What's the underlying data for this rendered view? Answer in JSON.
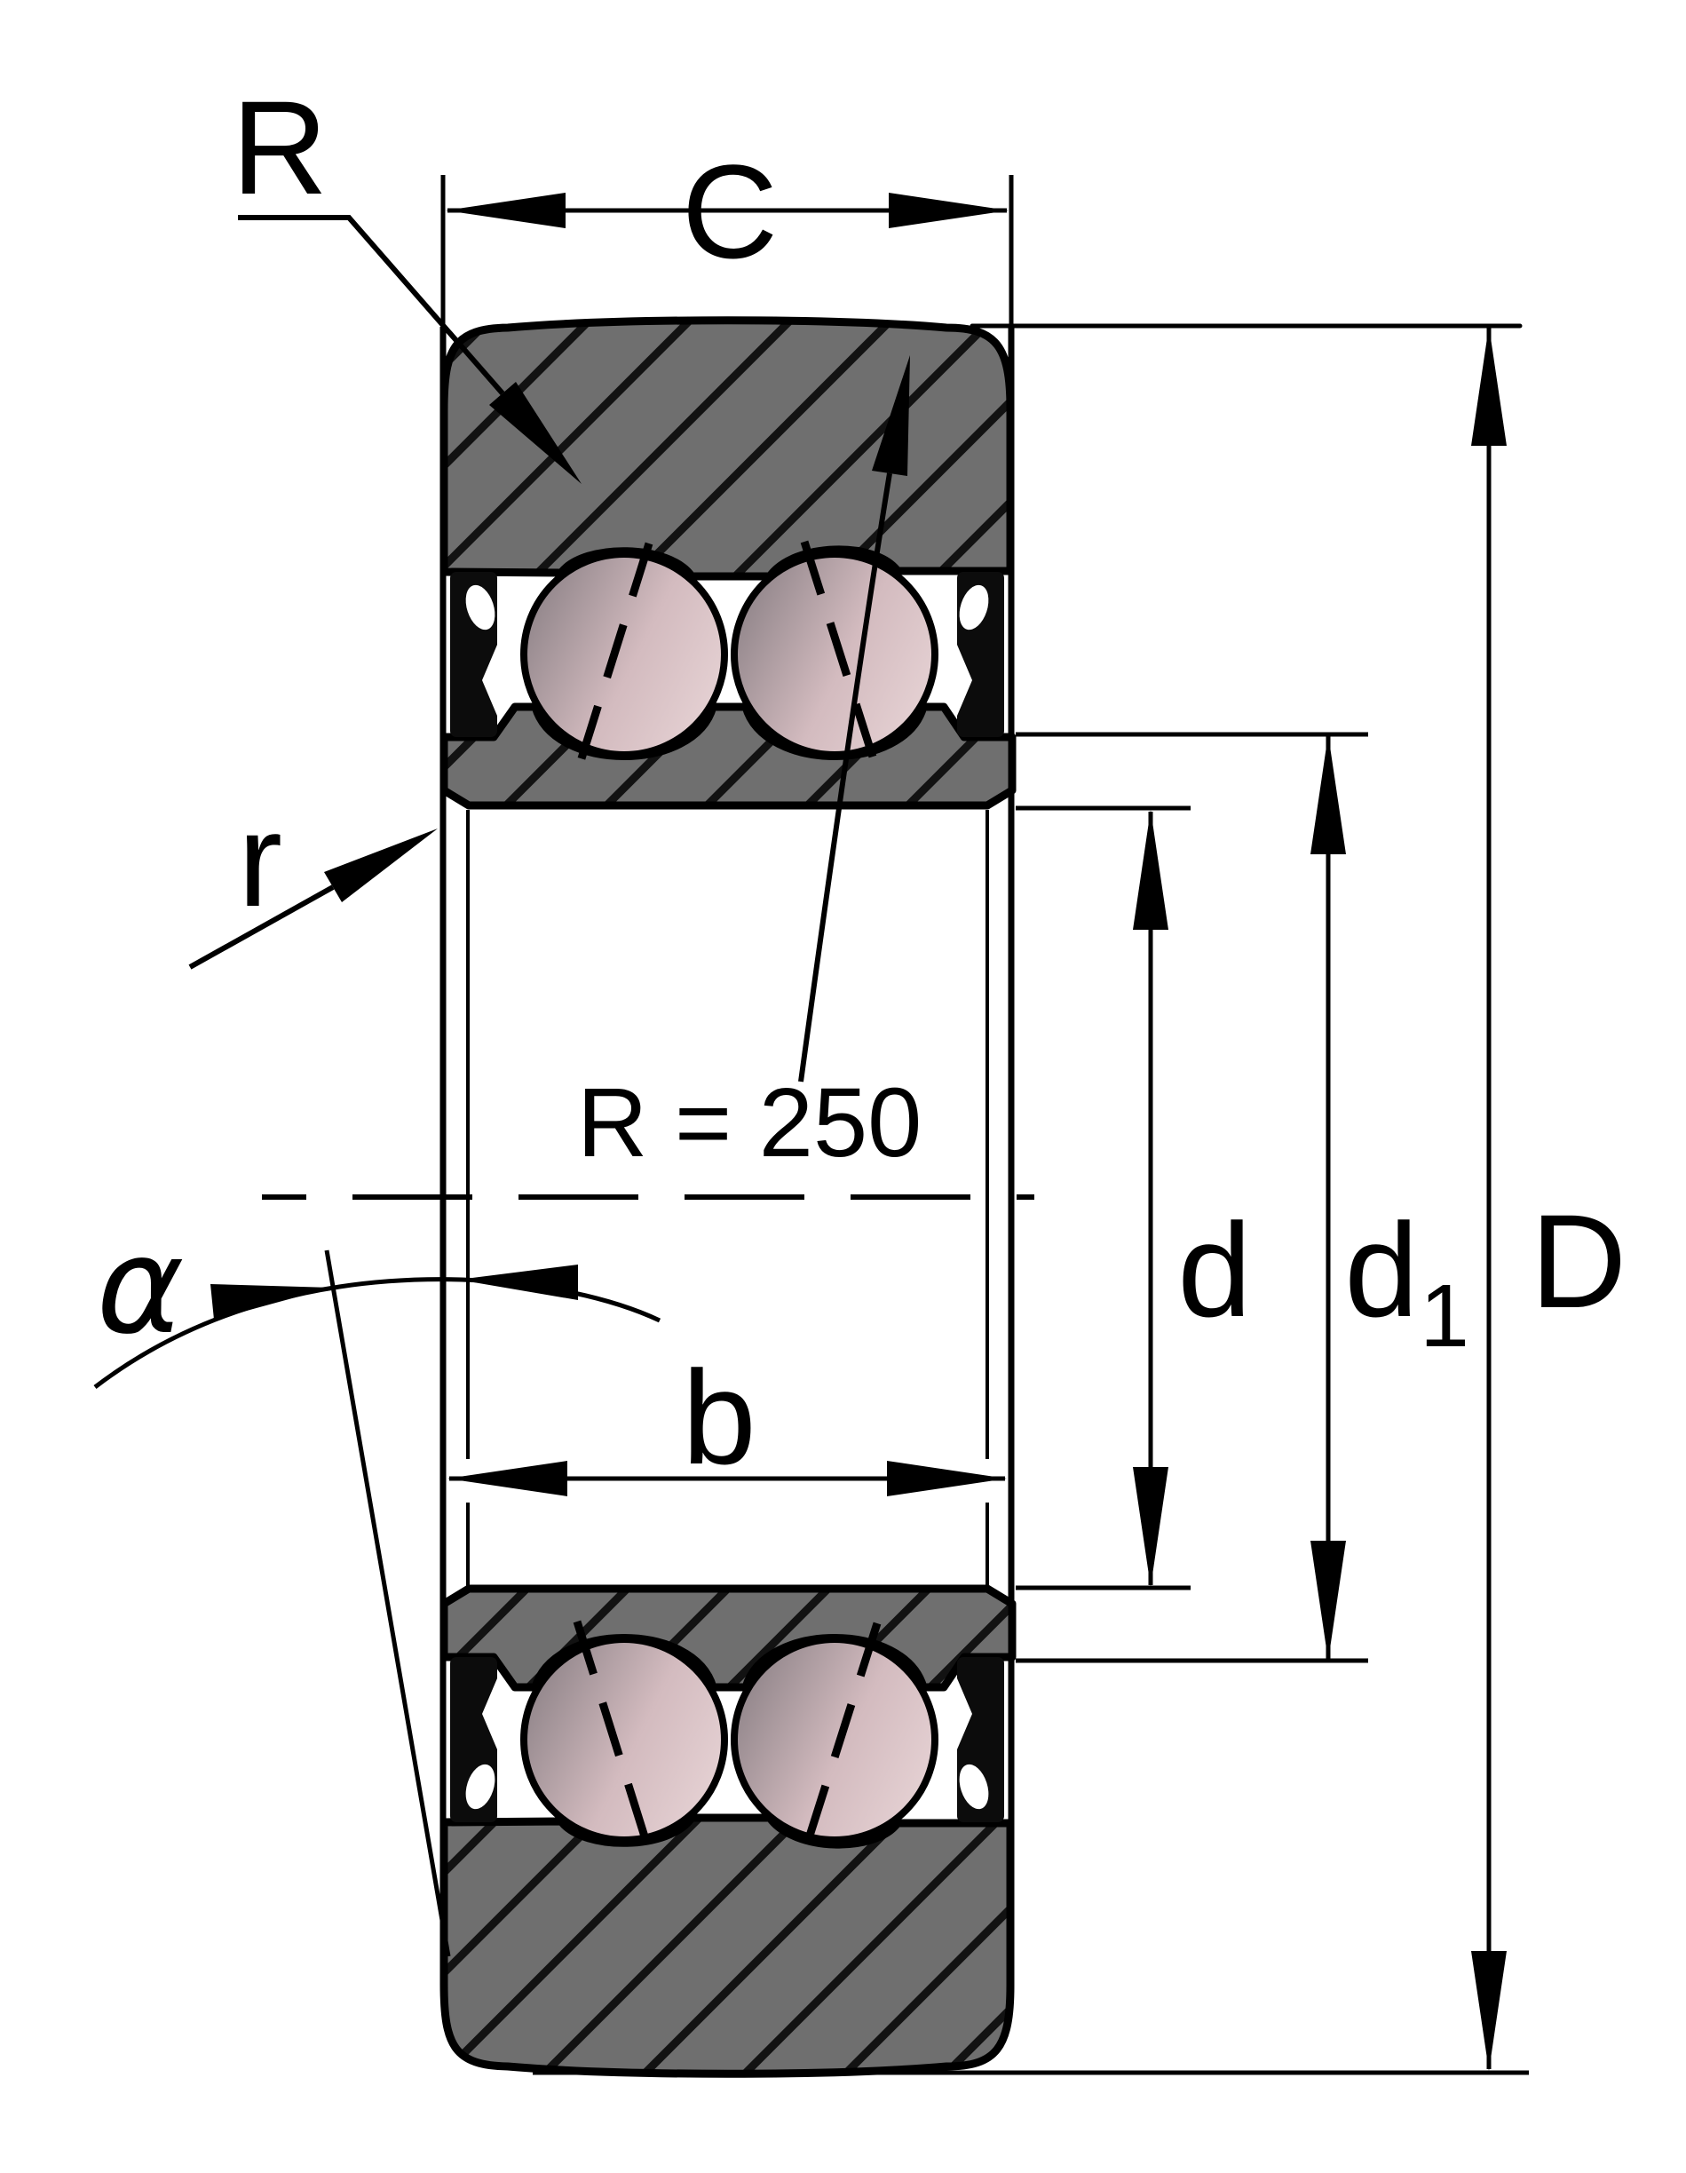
{
  "labels": {
    "crown_radius_letter": "R",
    "outer_ring_width": "C",
    "corner_radius": "r",
    "crown_radius_value": "R = 250",
    "contact_angle": "α",
    "inner_ring_width": "b",
    "bore_diameter": "d",
    "d1_base": "d",
    "d1_subscript": "1",
    "outside_diameter": "D"
  },
  "colors": {
    "background": "#ffffff",
    "ring_fill": "#6f6f6f",
    "hatch_line": "#121212",
    "seal_fill": "#0c0c0c",
    "ball_dark": "#8e8388",
    "ball_mid": "#d3bbbf",
    "ball_light": "#e6d2d4"
  }
}
